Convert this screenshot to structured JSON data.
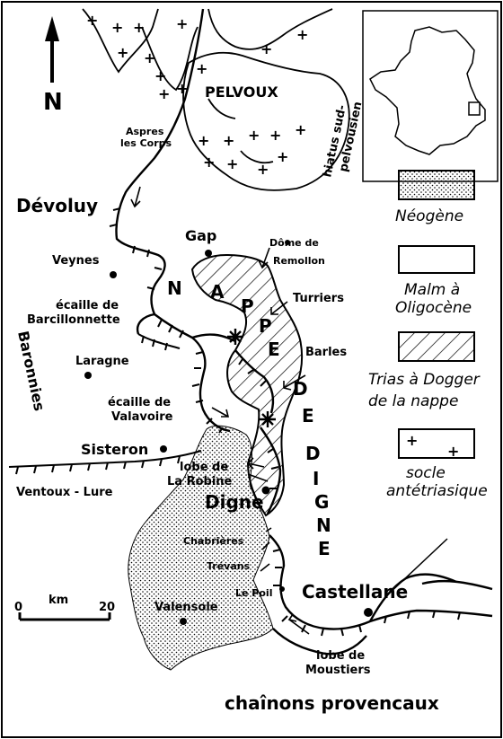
{
  "north_label": "N",
  "inset_label": "",
  "places": {
    "pelvoux": "PELVOUX",
    "aspres_1": "Aspres",
    "aspres_2": "les Corps",
    "hiatus_1": "hiatus sud-",
    "hiatus_2": "pelvousien",
    "devoluy": "Dévoluy",
    "gap": "Gap",
    "dome_1": "Dôme de",
    "dome_2": "Remollon",
    "veynes": "Veynes",
    "turriers": "Turriers",
    "ecaille_barc_1": "écaille de",
    "ecaille_barc_2": "Barcillonnette",
    "barles": "Barles",
    "laragne": "Laragne",
    "baronnies": "Baronnies",
    "ecaille_val_1": "écaille de",
    "ecaille_val_2": "Valavoire",
    "sisteron": "Sisteron",
    "lobe_robine_1": "lobe de",
    "lobe_robine_2": "La Robine",
    "ventoux": "Ventoux - Lure",
    "digne": "Digne",
    "chabrieres": "Chabrières",
    "trevans": "Trévans",
    "le_poil": "Le Poil",
    "castellane": "Castellane",
    "valensole": "Valensole",
    "lobe_moust_1": "lobe de",
    "lobe_moust_2": "Moustiers",
    "chainons": "chaînons provencaux"
  },
  "nappe_letters": [
    "N",
    "A",
    "P",
    "P",
    "E",
    "D",
    "E",
    "D",
    "I",
    "G",
    "N",
    "E"
  ],
  "scale": {
    "start": "0",
    "unit": "km",
    "end": "20"
  },
  "legend": {
    "neogene": "Néogène",
    "malm_1": "Malm à",
    "malm_2": "Oligocène",
    "trias_1": "Trias à Dogger",
    "trias_2": "de la nappe",
    "socle_1": "socle",
    "socle_2": "antétriasique"
  },
  "icons": {
    "north": "north-arrow-icon",
    "town": "town-dot-icon",
    "window": "tectonic-window-star-icon"
  }
}
